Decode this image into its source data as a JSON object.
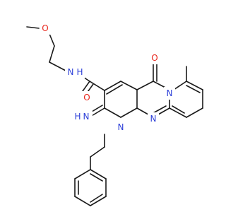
{
  "colors": {
    "bond": "#1a1a1a",
    "carbon": "#1a1a1a",
    "oxygen": "#e8251b",
    "nitrogen": "#2c3fd8"
  },
  "atoms": [
    {
      "id": "o_ether",
      "text": "O",
      "element": "oxygen"
    },
    {
      "id": "n_amide",
      "text": "N",
      "element": "nitrogen"
    },
    {
      "id": "h_amide",
      "text": "H",
      "element": "nitrogen"
    },
    {
      "id": "o_amide",
      "text": "O",
      "element": "oxygen"
    },
    {
      "id": "o_ketone",
      "text": "O",
      "element": "oxygen"
    },
    {
      "id": "n_ring_fused",
      "text": "N",
      "element": "nitrogen"
    },
    {
      "id": "n_pyrimidine",
      "text": "N",
      "element": "nitrogen"
    },
    {
      "id": "n_ring1",
      "text": "N",
      "element": "nitrogen"
    },
    {
      "id": "n_imino",
      "text": "N",
      "element": "nitrogen"
    },
    {
      "id": "h_imino",
      "text": "H",
      "element": "nitrogen"
    }
  ]
}
